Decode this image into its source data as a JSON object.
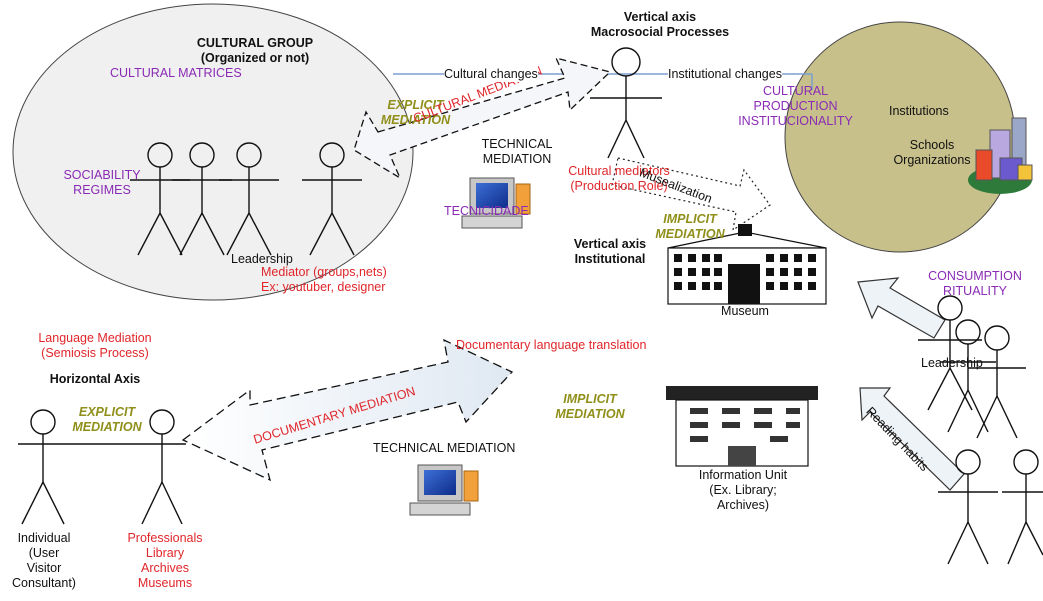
{
  "colors": {
    "purple": "#8a2bb5",
    "red": "#e0262a",
    "olive_text": "#8f8f1a",
    "institution_fill": "#c8c08a",
    "arrow_fill": "#eef3f8"
  },
  "icons": {
    "computer": "computer-icon",
    "buildings": "city-buildings-icon",
    "museum": "museum-building-icon",
    "library": "library-building-icon",
    "person": "stick-figure-icon"
  },
  "labels": {
    "cultural_group_title": "CULTURAL GROUP",
    "cultural_group_sub": "(Organized or not)",
    "cultural_matrices": "CULTURAL MATRICES",
    "explicit_mediation_1": "EXPLICIT\nMEDIATION",
    "sociability_regimes": "SOCIABILITY\nREGIMES",
    "technical_mediation_top": "TECHNICAL\nMEDIATION",
    "cultural_mediation_arrow": "CULTURAL MEDIATION",
    "technicity": "TECNICIDADE",
    "leadership_1": "Leadership",
    "mediator": "Mediator (groups,nets)\nEx: youtuber, designer",
    "vertical_axis_macro": "Vertical axis\nMacrosocial Processes",
    "cultural_changes": "Cultural changes",
    "institutional_changes": "Institutional changes",
    "cultural_production": "CULTURAL\nPRODUCTION\nINSTITUCIONALITY",
    "institutions": "Institutions",
    "schools_orgs": "Schools\nOrganizations",
    "cultural_mediators": "Cultural mediators\n(Production Role)",
    "musealization": "Musealization",
    "implicit_mediation_1": "IMPLICIT\nMEDIATION",
    "vertical_axis_institutional": "Vertical axis\nInstitutional",
    "museum": "Museum",
    "consumption": "CONSUMPTION\nRITUALITY",
    "leadership_2": "Leadership",
    "language_mediation": "Language Mediation\n(Semiosis Process)",
    "horizontal_axis": "Horizontal Axis",
    "documentary_translation": "Documentary language translation",
    "explicit_mediation_2": "EXPLICIT\nMEDIATION",
    "documentary_mediation_arrow": "DOCUMENTARY MEDIATION",
    "implicit_mediation_2": "IMPLICIT\nMEDIATION",
    "technical_mediation_bottom": "TECHNICAL MEDIATION",
    "information_unit": "Information Unit\n(Ex. Library;\nArchives)",
    "reading_habits": "Reading habits",
    "individual": "Individual\n(User\nVisitor\nConsultant)",
    "professionals": "Professionals\nLibrary\nArchives\nMuseums"
  }
}
